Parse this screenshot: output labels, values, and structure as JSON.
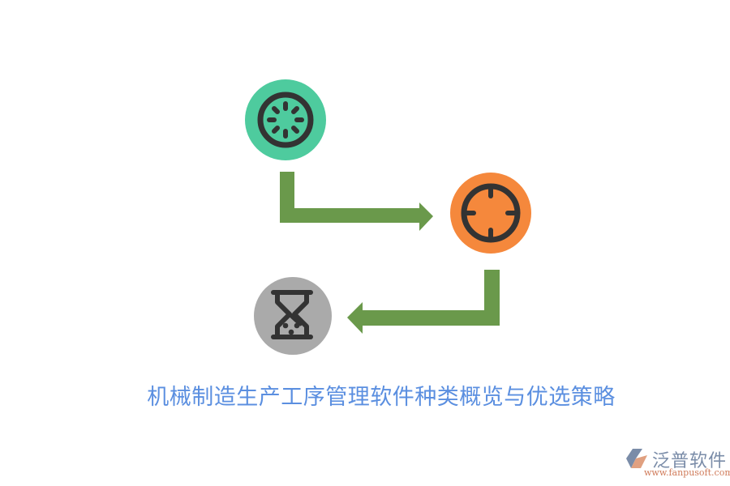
{
  "title": "机械制造生产工序管理软件种类概览与优选策略",
  "colors": {
    "step1": "#4ECB9E",
    "step2": "#F5883C",
    "step3": "#AAAAAA",
    "arrow": "#6A994B",
    "icon_stroke": "#333333",
    "title": "#5B8FE0"
  },
  "steps": [
    {
      "icon": "loading-spinner-icon",
      "color": "#4ECB9E"
    },
    {
      "icon": "crosshair-target-icon",
      "color": "#F5883C"
    },
    {
      "icon": "hourglass-icon",
      "color": "#AAAAAA"
    }
  ],
  "logo": {
    "name": "泛普软件",
    "url": "www.fanpusoft.com"
  }
}
